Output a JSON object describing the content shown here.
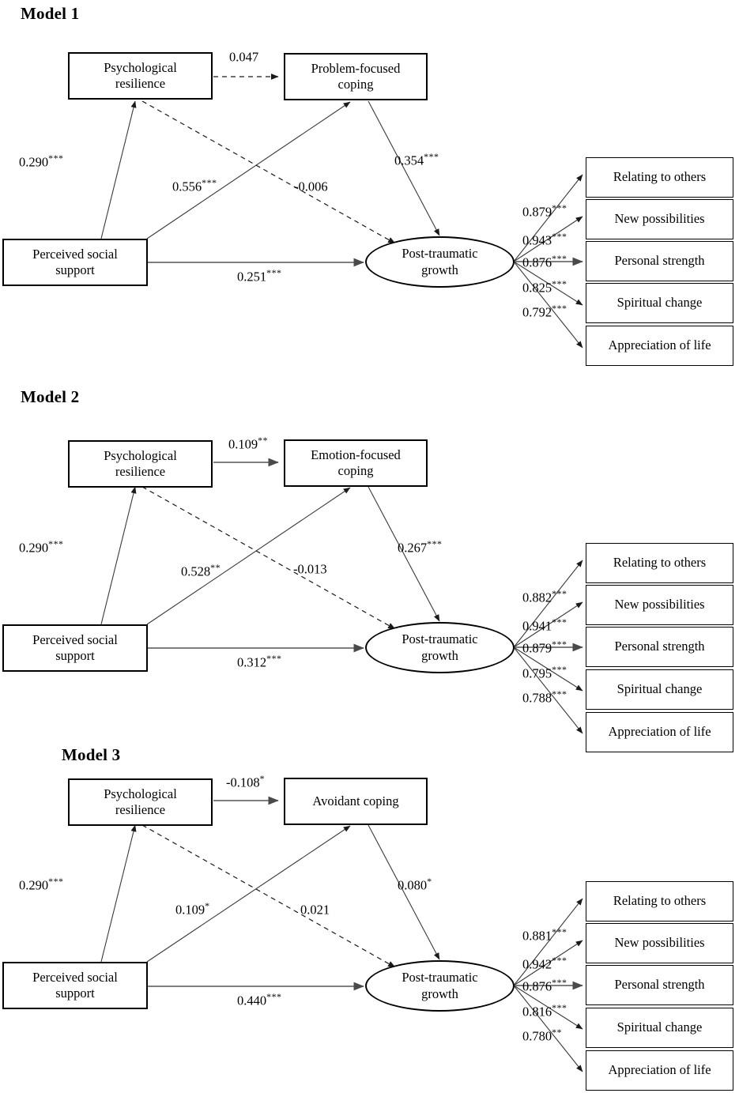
{
  "figure": {
    "type": "path-diagram",
    "description": "Three structural equation models linking perceived social support, psychological resilience, coping style and post-traumatic growth"
  },
  "models": [
    {
      "title": "Model 1",
      "nodes": {
        "resilience": "Psychological\nresilience",
        "coping": "Problem-focused\ncoping",
        "support": "Perceived social\nsupport",
        "outcome": "Post-traumatic\ngrowth"
      },
      "paths": [
        {
          "name": "resilience-to-coping",
          "label": "0.047",
          "stars": "",
          "style": "dashed"
        },
        {
          "name": "support-to-resilience",
          "label": "0.290",
          "stars": "***",
          "style": "solid"
        },
        {
          "name": "support-to-coping",
          "label": "0.556",
          "stars": "***",
          "style": "solid"
        },
        {
          "name": "resilience-to-outcome",
          "label": "-0.006",
          "stars": "",
          "style": "dashed"
        },
        {
          "name": "coping-to-outcome",
          "label": "0.354",
          "stars": "***",
          "style": "solid"
        },
        {
          "name": "support-to-outcome",
          "label": "0.251",
          "stars": "***",
          "style": "solid"
        }
      ],
      "indicators": [
        {
          "label": "Relating to others",
          "loading": "0.879",
          "stars": "***"
        },
        {
          "label": "New possibilities",
          "loading": "0.943",
          "stars": "***"
        },
        {
          "label": "Personal strength",
          "loading": "0.876",
          "stars": "***"
        },
        {
          "label": "Spiritual change",
          "loading": "0.825",
          "stars": "***"
        },
        {
          "label": "Appreciation of life",
          "loading": "0.792",
          "stars": "***"
        }
      ]
    },
    {
      "title": "Model 2",
      "nodes": {
        "resilience": "Psychological\nresilience",
        "coping": "Emotion-focused\ncoping",
        "support": "Perceived social\nsupport",
        "outcome": "Post-traumatic\ngrowth"
      },
      "paths": [
        {
          "name": "resilience-to-coping",
          "label": "0.109",
          "stars": "**",
          "style": "solid"
        },
        {
          "name": "support-to-resilience",
          "label": "0.290",
          "stars": "***",
          "style": "solid"
        },
        {
          "name": "support-to-coping",
          "label": "0.528",
          "stars": "**",
          "style": "solid"
        },
        {
          "name": "resilience-to-outcome",
          "label": "-0.013",
          "stars": "",
          "style": "dashed"
        },
        {
          "name": "coping-to-outcome",
          "label": "0.267",
          "stars": "***",
          "style": "solid"
        },
        {
          "name": "support-to-outcome",
          "label": "0.312",
          "stars": "***",
          "style": "solid"
        }
      ],
      "indicators": [
        {
          "label": "Relating to others",
          "loading": "0.882",
          "stars": "***"
        },
        {
          "label": "New possibilities",
          "loading": "0.941",
          "stars": "***"
        },
        {
          "label": "Personal strength",
          "loading": "0.879",
          "stars": "***"
        },
        {
          "label": "Spiritual change",
          "loading": "0.795",
          "stars": "***"
        },
        {
          "label": "Appreciation of life",
          "loading": "0.788",
          "stars": "***"
        }
      ]
    },
    {
      "title": "Model 3",
      "nodes": {
        "resilience": "Psychological\nresilience",
        "coping": "Avoidant coping",
        "support": "Perceived social\nsupport",
        "outcome": "Post-traumatic\ngrowth"
      },
      "paths": [
        {
          "name": "resilience-to-coping",
          "label": "-0.108",
          "stars": "*",
          "style": "solid"
        },
        {
          "name": "support-to-resilience",
          "label": "0.290",
          "stars": "***",
          "style": "solid"
        },
        {
          "name": "support-to-coping",
          "label": "0.109",
          "stars": "*",
          "style": "solid"
        },
        {
          "name": "resilience-to-outcome",
          "label": "0.021",
          "stars": "",
          "style": "dashed"
        },
        {
          "name": "coping-to-outcome",
          "label": "0.080",
          "stars": "*",
          "style": "solid"
        },
        {
          "name": "support-to-outcome",
          "label": "0.440",
          "stars": "***",
          "style": "solid"
        }
      ],
      "indicators": [
        {
          "label": "Relating to others",
          "loading": "0.881",
          "stars": "***"
        },
        {
          "label": "New possibilities",
          "loading": "0.942",
          "stars": "***"
        },
        {
          "label": "Personal strength",
          "loading": "0.876",
          "stars": "***"
        },
        {
          "label": "Spiritual change",
          "loading": "0.816",
          "stars": "***"
        },
        {
          "label": "Appreciation of life",
          "loading": "0.780",
          "stars": "**"
        }
      ]
    }
  ]
}
